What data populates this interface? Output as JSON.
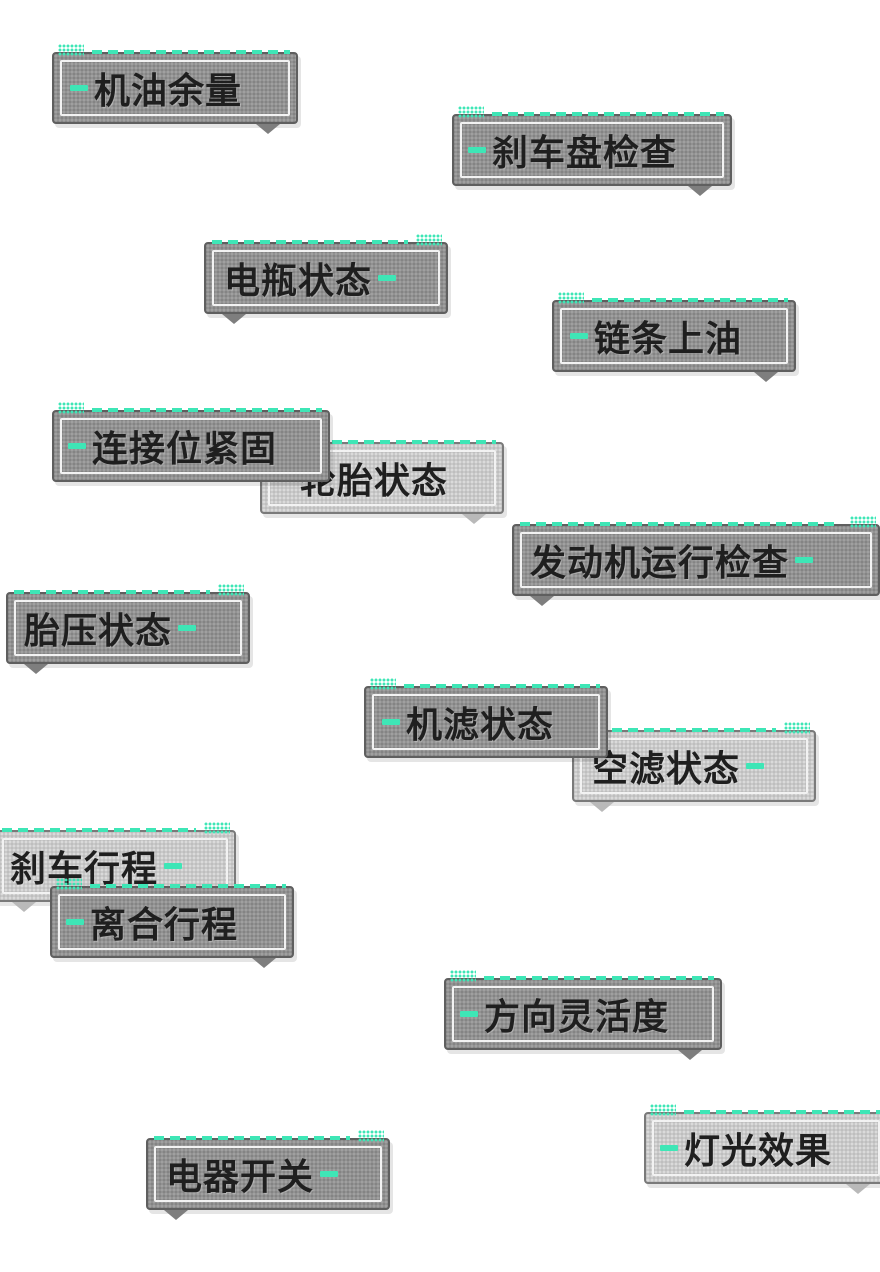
{
  "tags": [
    {
      "text": "机油余量"
    },
    {
      "text": "刹车盘检查"
    },
    {
      "text": "电瓶状态"
    },
    {
      "text": "链条上油"
    },
    {
      "text": "轮胎状态"
    },
    {
      "text": "连接位紧固"
    },
    {
      "text": "发动机运行检查"
    },
    {
      "text": "胎压状态"
    },
    {
      "text": "空滤状态"
    },
    {
      "text": "机滤状态"
    },
    {
      "text": "刹车行程"
    },
    {
      "text": "离合行程"
    },
    {
      "text": "方向灵活度"
    },
    {
      "text": "灯光效果"
    },
    {
      "text": "电器开关"
    }
  ],
  "colors": {
    "accent": "#3ee6b6",
    "tag_dark": "#929292",
    "tag_light": "#c9c9c9",
    "text": "#1f1f1f"
  }
}
